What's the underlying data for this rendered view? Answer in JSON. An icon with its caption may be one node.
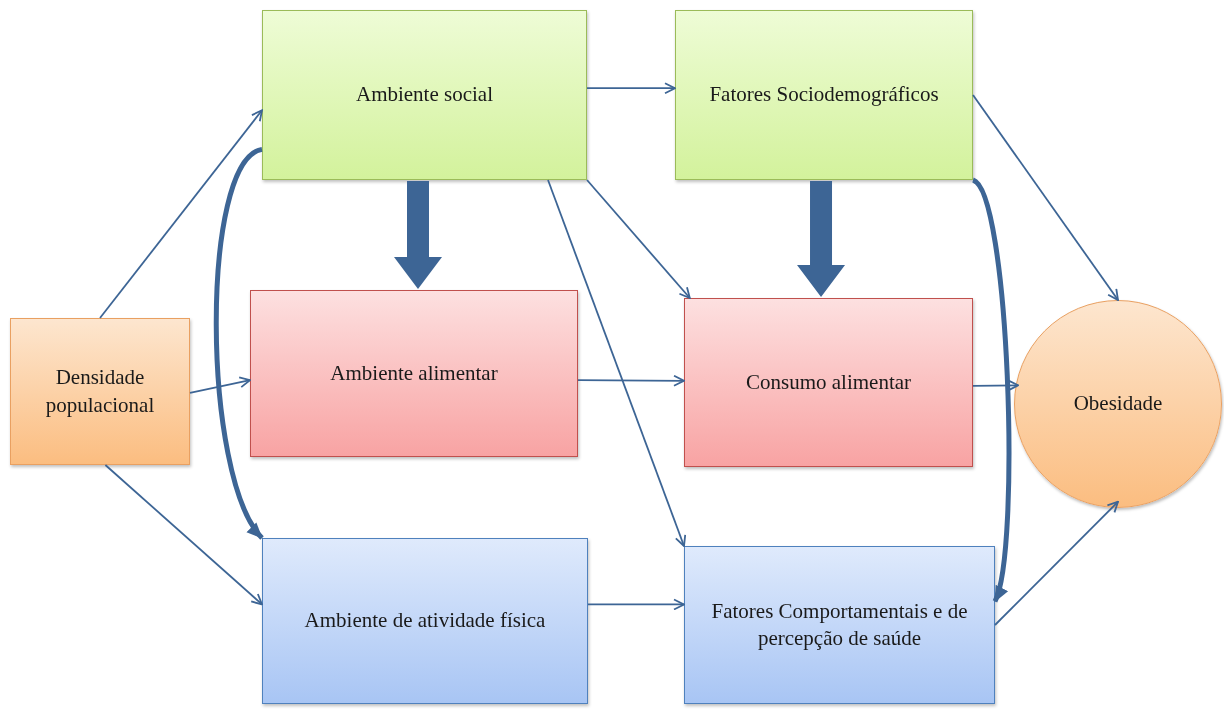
{
  "diagram": {
    "nodes": [
      {
        "text": [
          "Densidade populacional"
        ]
      },
      {
        "text": [
          "Ambiente social"
        ]
      },
      {
        "text": [
          "Fatores Sociodemográficos"
        ]
      },
      {
        "text": [
          "Ambiente alimentar"
        ]
      },
      {
        "text": [
          "Consumo alimentar"
        ]
      },
      {
        "text": [
          "Ambiente de atividade física"
        ]
      },
      {
        "text": [
          "Fatores Comportamentais e de percepção de saúde"
        ]
      },
      {
        "text": [
          "Obesidade"
        ]
      }
    ],
    "edges": [
      {
        "from": 0,
        "to": 1,
        "arrow": "to"
      },
      {
        "from": 0,
        "to": 3,
        "arrow": "to"
      },
      {
        "from": 0,
        "to": 5,
        "arrow": "to"
      },
      {
        "from": 1,
        "to": 2,
        "arrow": "to"
      },
      {
        "from": 1,
        "to": 4,
        "arrow": "to"
      },
      {
        "from": 1,
        "to": 6,
        "arrow": "to"
      },
      {
        "from": 3,
        "to": 4,
        "arrow": "to"
      },
      {
        "from": 5,
        "to": 6,
        "arrow": "to"
      },
      {
        "from": 2,
        "to": 7,
        "arrow": "to"
      },
      {
        "from": 4,
        "to": 7,
        "arrow": "to"
      },
      {
        "from": 6,
        "to": 7,
        "arrow": "to"
      },
      {
        "from": 1,
        "to": 3,
        "arrow": "to",
        "style": "thick"
      },
      {
        "from": 2,
        "to": 4,
        "arrow": "to",
        "style": "thick"
      },
      {
        "from": 1,
        "to": 5,
        "arrow": "to",
        "style": "thick"
      },
      {
        "from": 2,
        "to": 6,
        "arrow": "to",
        "style": "thick"
      }
    ]
  }
}
